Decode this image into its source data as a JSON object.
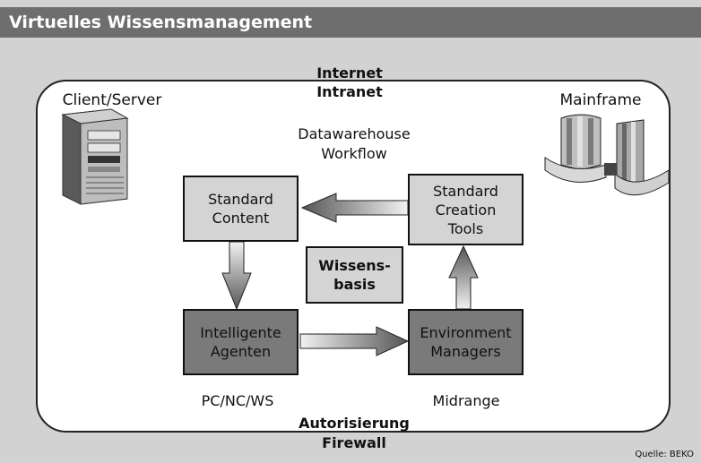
{
  "header": {
    "title": "Virtuelles Wissensmanagement"
  },
  "top_label": [
    "Internet",
    "Intranet"
  ],
  "bottom_label": [
    "Autorisierung",
    "Firewall"
  ],
  "client_label": "Client/Server",
  "mainframe_label": "Mainframe",
  "center_label": [
    "Datawarehouse",
    "Workflow"
  ],
  "pc_label": "PC/NC/WS",
  "midrange_label": "Midrange",
  "boxes": {
    "standard_content": [
      "Standard",
      "Content"
    ],
    "standard_creation": [
      "Standard",
      "Creation",
      "Tools"
    ],
    "intelligente": [
      "Intelligente",
      "Agenten"
    ],
    "environment": [
      "Environment",
      "Managers"
    ],
    "wissensbasis": [
      "Wissens-",
      "basis"
    ]
  },
  "source": "Quelle: BEKO",
  "colors": {
    "title_bar": "#6e6e6e",
    "background": "#d2d2d2",
    "light_box": "#d4d4d4",
    "dark_box": "#7a7a7a"
  },
  "icons": [
    "server-tower-icon",
    "mainframe-icon"
  ]
}
